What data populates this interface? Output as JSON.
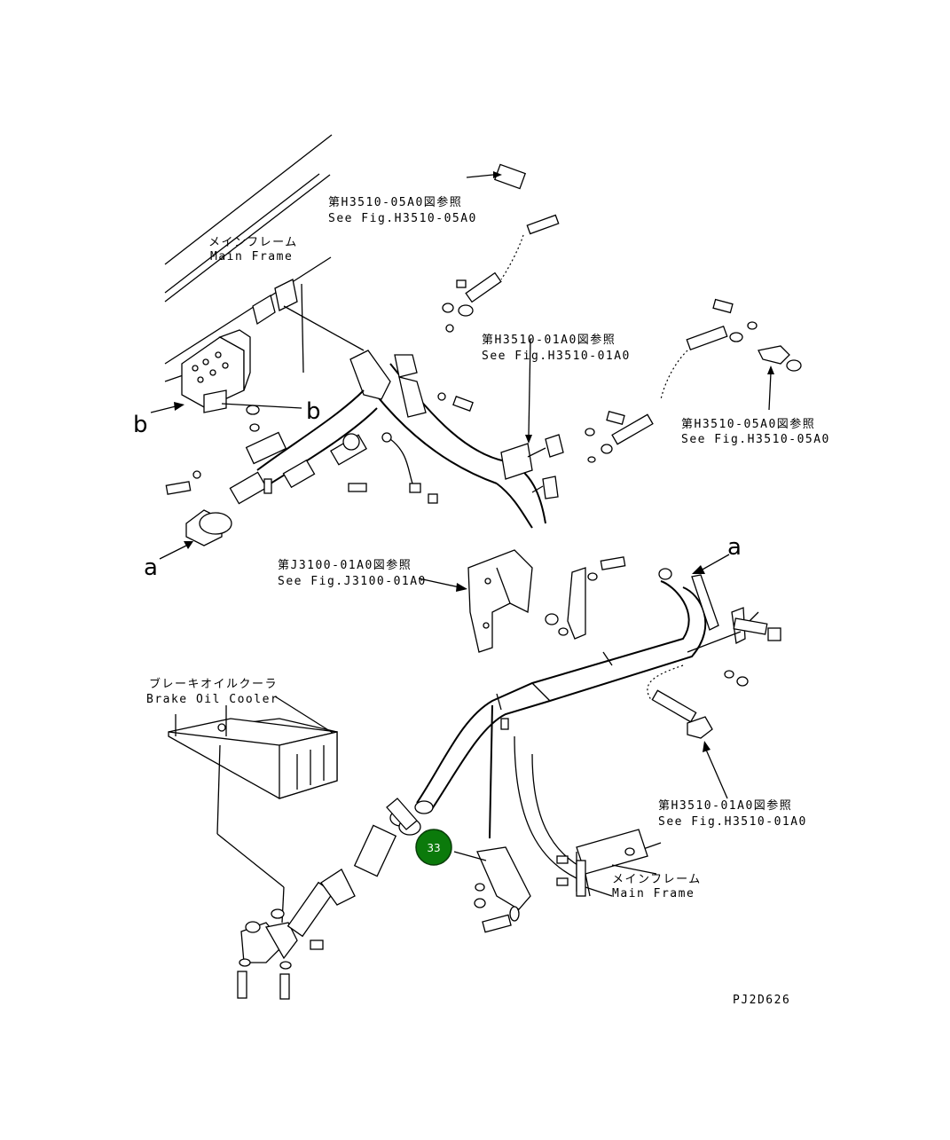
{
  "labels": {
    "see_h3510_05a0_top_jp": "第H3510-05A0図参照",
    "see_h3510_05a0_top_en": "See Fig.H3510-05A0",
    "main_frame_top_jp": "メインフレーム",
    "main_frame_top_en": "Main Frame",
    "see_h3510_01a0_mid_jp": "第H3510-01A0図参照",
    "see_h3510_01a0_mid_en": "See Fig.H3510-01A0",
    "see_h3510_05a0_right_jp": "第H3510-05A0図参照",
    "see_h3510_05a0_right_en": "See Fig.H3510-05A0",
    "see_j3100_01a0_jp": "第J3100-01A0図参照",
    "see_j3100_01a0_en": "See Fig.J3100-01A0",
    "brake_cooler_jp": "ブレーキオイルクーラ",
    "brake_cooler_en": "Brake Oil Cooler",
    "see_h3510_01a0_low_jp": "第H3510-01A0図参照",
    "see_h3510_01a0_low_en": "See Fig.H3510-01A0",
    "main_frame_low_jp": "メインフレーム",
    "main_frame_low_en": "Main Frame",
    "drawing_code": "PJ2D626"
  },
  "connectors": {
    "b_left": "b",
    "b_right": "b",
    "a_left": "a",
    "a_right": "a"
  },
  "callout": {
    "number": "33",
    "color": "#0b7a0b"
  }
}
